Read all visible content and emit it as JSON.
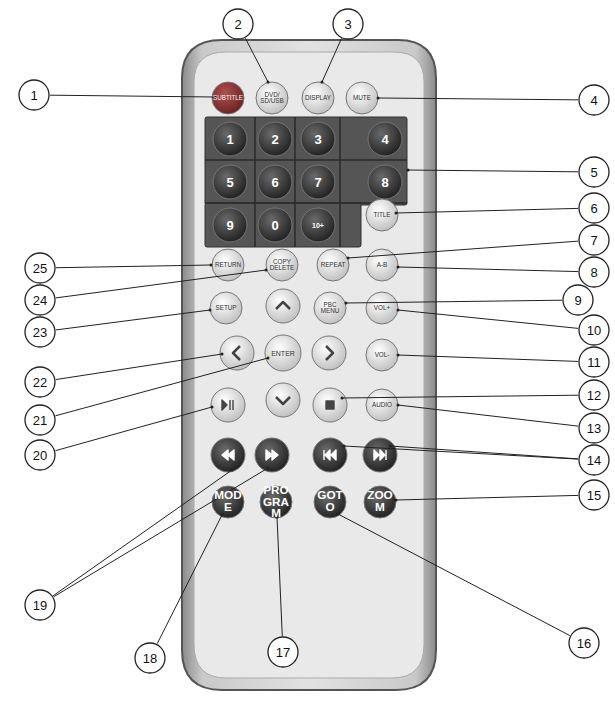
{
  "diagram": {
    "labels": [
      "1",
      "2",
      "3",
      "4",
      "5",
      "6",
      "7",
      "8",
      "9",
      "10",
      "11",
      "12",
      "13",
      "14",
      "15",
      "16",
      "17",
      "18",
      "19",
      "20",
      "21",
      "22",
      "23",
      "24",
      "25",
      "SUBTITLE",
      "DVD/ SD/USB",
      "DISPLAY",
      "MUTE",
      "1",
      "2",
      "3",
      "4",
      "5",
      "6",
      "7",
      "8",
      "9",
      "0",
      "10+",
      "TITLE",
      "RETURN",
      "COPY DELETE",
      "REPEAT",
      "A-B",
      "SETUP",
      "PBC MENU",
      "VOL+",
      "ENTER",
      "VOL-",
      "AUDIO",
      "MODE",
      "PROGRAM",
      "GOTO",
      "ZOOM"
    ]
  }
}
